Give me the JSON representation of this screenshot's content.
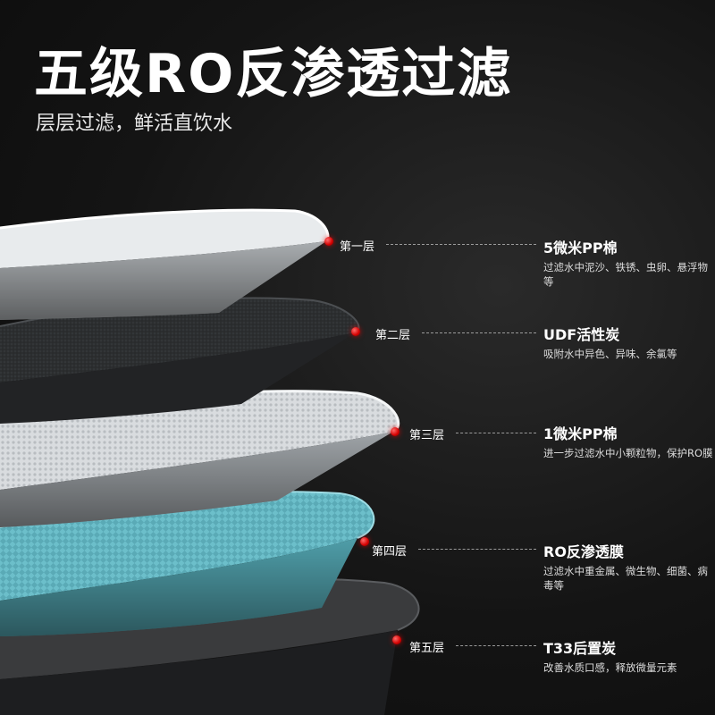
{
  "header": {
    "title": "五级RO反渗透过滤",
    "subtitle": "层层过滤，鲜活直饮水"
  },
  "colors": {
    "background": "#151515",
    "marker": "#e00000",
    "layer1": "#e9ecee",
    "layer2": "#2b2d2f",
    "layer3": "#dcdfe2",
    "layer4": "#6fc1cc",
    "layer5": "#3a3b3d"
  },
  "layers": [
    {
      "label": "第一层",
      "title": "5微米PP棉",
      "desc": "过滤水中泥沙、铁锈、虫卵、悬浮物等"
    },
    {
      "label": "第二层",
      "title": "UDF活性炭",
      "desc": "吸附水中异色、异味、余氯等"
    },
    {
      "label": "第三层",
      "title": "1微米PP棉",
      "desc": "进一步过滤水中小颗粒物，保护RO膜"
    },
    {
      "label": "第四层",
      "title": "RO反渗透膜",
      "desc": "过滤水中重金属、微生物、细菌、病毒等"
    },
    {
      "label": "第五层",
      "title": "T33后置炭",
      "desc": "改善水质口感，释放微量元素"
    }
  ]
}
